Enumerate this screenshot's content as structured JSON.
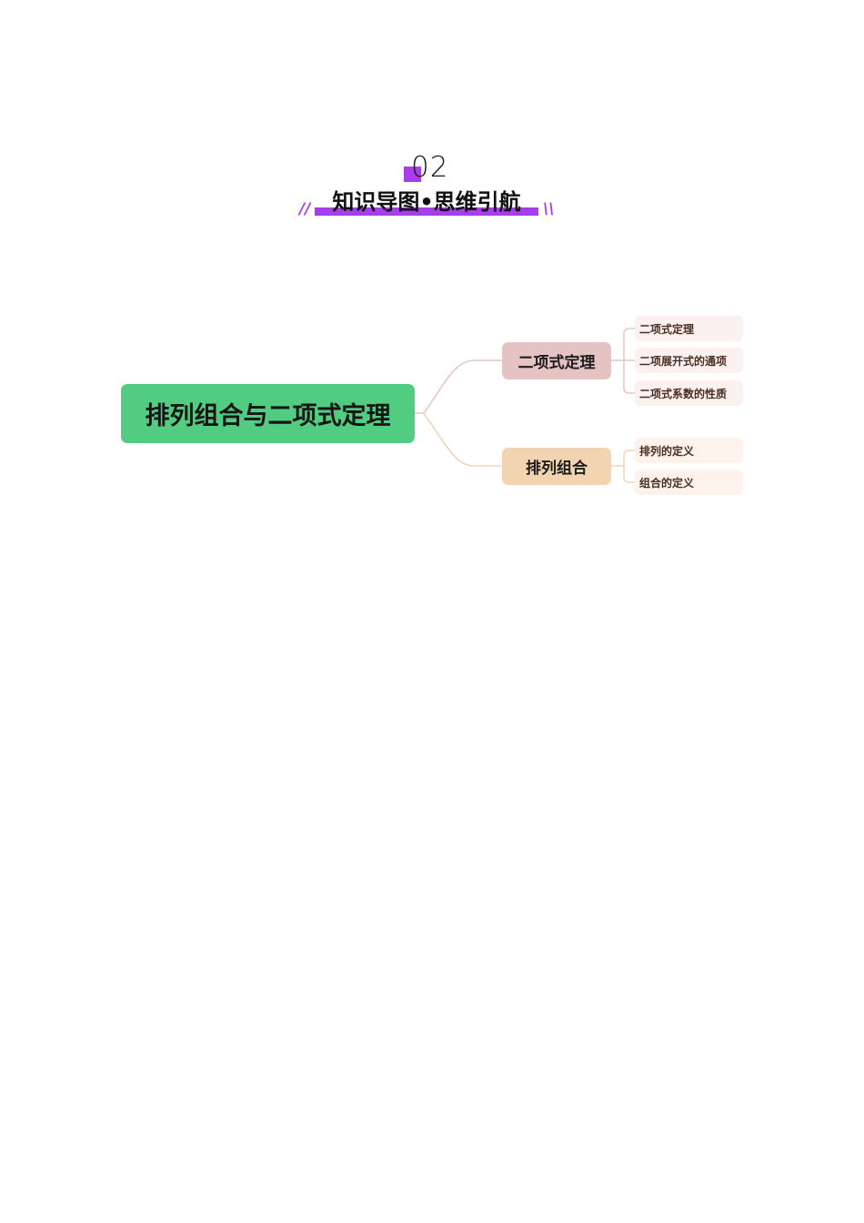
{
  "section": {
    "number": "02",
    "title": "知识导图•思维引航",
    "slash_left": "//",
    "slash_right": "\\\\",
    "accent_color": "#a73ee8"
  },
  "mindmap": {
    "root": {
      "label": "排列组合与二项式定理",
      "color": "#52cc80"
    },
    "branches": [
      {
        "label": "二项式定理",
        "color": "#e6c3c3",
        "line_color": "#e8c9c4",
        "leaves": [
          {
            "label": "二项式定理"
          },
          {
            "label": "二项展开式的通项"
          },
          {
            "label": "二项式系数的性质"
          }
        ]
      },
      {
        "label": "排列组合",
        "color": "#f3d4b0",
        "line_color": "#f2d6bb",
        "leaves": [
          {
            "label": "排列的定义"
          },
          {
            "label": "组合的定义"
          }
        ]
      }
    ]
  }
}
